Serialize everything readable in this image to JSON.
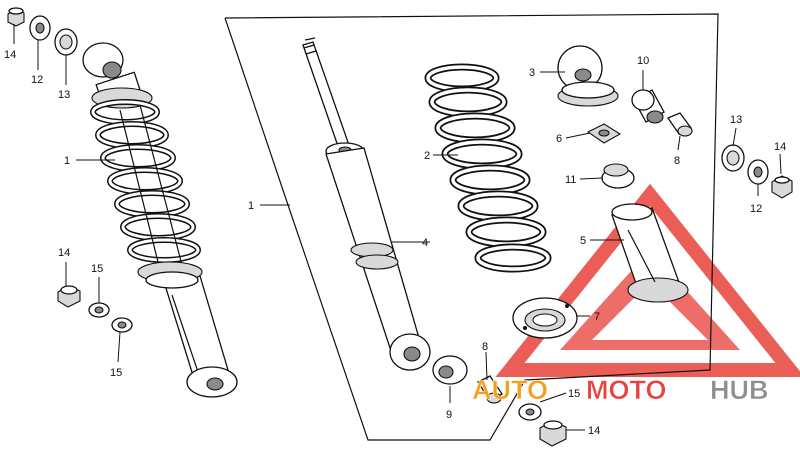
{
  "colors": {
    "line": "#111111",
    "watermark_red": "#e8433c",
    "watermark_orange": "#f6a01a",
    "watermark_gray": "#8e8e8e"
  },
  "callouts": {
    "l14a": "14",
    "l12a": "12",
    "l13a": "13",
    "l1a": "1",
    "l14b": "14",
    "l15a": "15",
    "l15b": "15",
    "l1b": "1",
    "l4": "4",
    "l2": "2",
    "l3": "3",
    "l10": "10",
    "l6": "6",
    "l8a": "8",
    "l11": "11",
    "l5": "5",
    "l7": "7",
    "l8b": "8",
    "l9": "9",
    "l15c": "15",
    "l14c": "14",
    "l13b": "13",
    "l14d": "14",
    "l12b": "12"
  },
  "watermark": {
    "part1": "AUTO",
    "part2": "MOTO",
    "part3": "HUB"
  }
}
